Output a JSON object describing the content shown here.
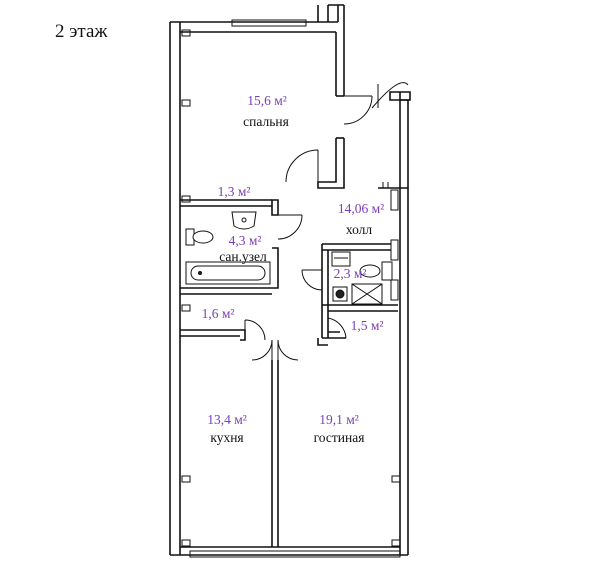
{
  "floor_title": "2 этаж",
  "accent_color": "#7a3fb3",
  "rooms": {
    "bedroom": {
      "area": "15,6 м²",
      "name": "спальня"
    },
    "corridor_top": {
      "area": "1,3 м²"
    },
    "hall": {
      "area": "14,06 м²",
      "name": "холл"
    },
    "bathroom": {
      "area": "4,3 м²",
      "name": "сан.узел"
    },
    "wc": {
      "area": "2,3 м²"
    },
    "corridor_bottom": {
      "area": "1,6 м²"
    },
    "closet": {
      "area": "1,5 м²"
    },
    "kitchen": {
      "area": "13,4 м²",
      "name": "кухня"
    },
    "living": {
      "area": "19,1 м²",
      "name": "гостиная"
    }
  },
  "icons": [
    "toilet-icon",
    "sink-icon",
    "bathtub-icon",
    "boiler-icon",
    "washing-machine-icon"
  ]
}
